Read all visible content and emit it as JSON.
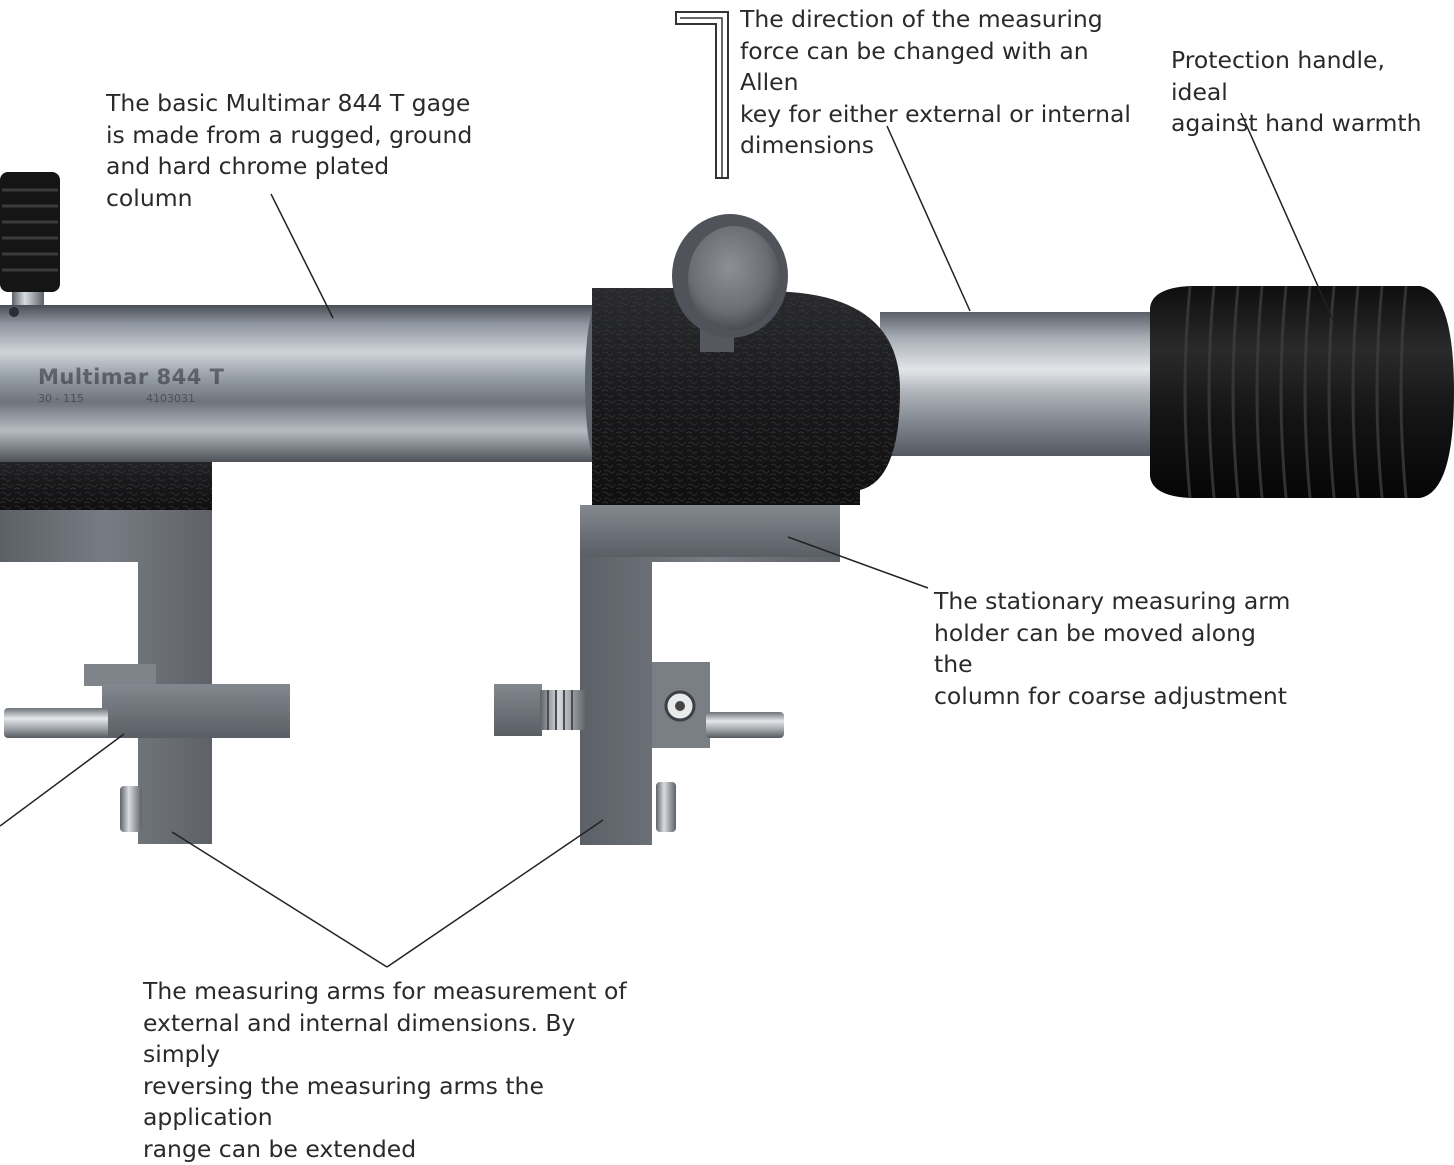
{
  "callouts": {
    "basic_gage": "The basic Multimar 844 T gage\nis made from a rugged, ground\nand hard chrome plated column",
    "measuring_force": "The direction of the measuring\nforce can be changed with an Allen\nkey for either external or internal\ndimensions",
    "protection_handle": "Protection handle, ideal\nagainst hand warmth",
    "arm_holder": "The stationary measuring arm\nholder can be moved along the\ncolumn for coarse adjustment",
    "measuring_arms": "The measuring arms for measurement of\nexternal and internal dimensions. By simply\nreversing the measuring arms the application\nrange can be extended"
  },
  "column_engraving": {
    "model": "Multimar 844 T",
    "range": "30 - 115",
    "serial": "4103031"
  },
  "colors": {
    "text": "#2a2a2a",
    "leader_line": "#222222",
    "chrome_column": "#8a9098",
    "black_housing": "#1c1c1e",
    "steel_arm": "#6b6f76",
    "rubber_grip": "#161616"
  }
}
